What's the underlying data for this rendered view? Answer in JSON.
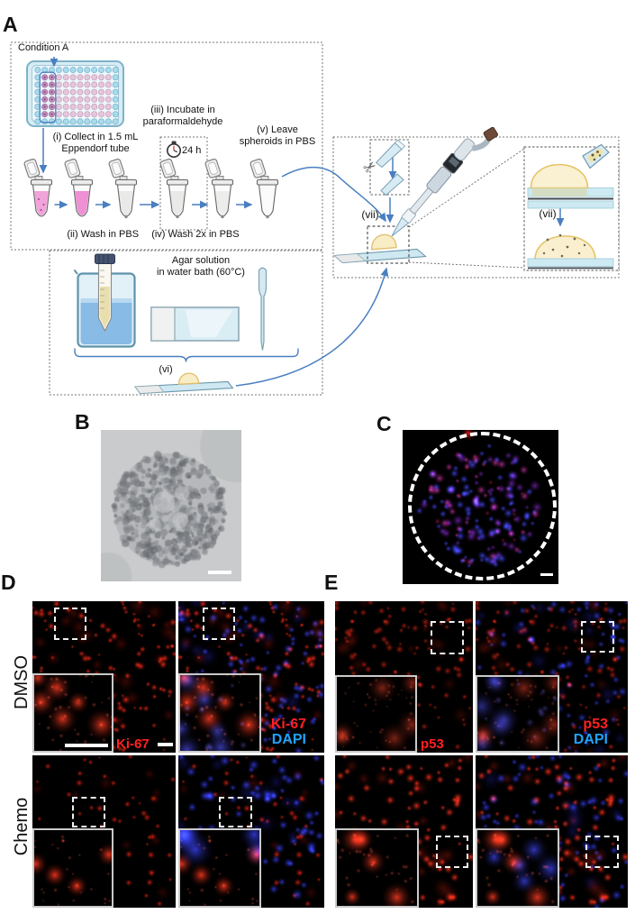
{
  "panels": {
    "A": {
      "label": "A",
      "condition": "Condition A",
      "step_i_line1": "(i) Collect in 1.5 mL",
      "step_i_line2": "Eppendorf tube",
      "step_ii": "(ii) Wash in PBS",
      "step_iii_line1": "(iii) Incubate in",
      "step_iii_line2": "paraformaldehyde",
      "incubation_time": "24 h",
      "step_iv": "(iv) Wash 2x in PBS",
      "step_v_line1": "(v) Leave",
      "step_v_line2": "spheroids in PBS",
      "step_vi": "(vi)",
      "step_vii": "(vii)",
      "inset_step_vii": "(vii)",
      "agar_line1": "Agar solution",
      "agar_line2": "in water bath (60°C)"
    },
    "B": {
      "label": "B"
    },
    "C": {
      "label": "C"
    },
    "D": {
      "label": "D",
      "marker": "Ki-67",
      "counterstain": "DAPI"
    },
    "E": {
      "label": "E",
      "marker": "p53",
      "counterstain": "DAPI"
    }
  },
  "treatments": [
    "DMSO",
    "Chemo"
  ],
  "icons": {
    "scissors": "✂"
  },
  "colors": {
    "marker_label": "#ff2121",
    "dapi_label": "#1fa4ff",
    "flow_arrow": "#4a7fc1"
  }
}
